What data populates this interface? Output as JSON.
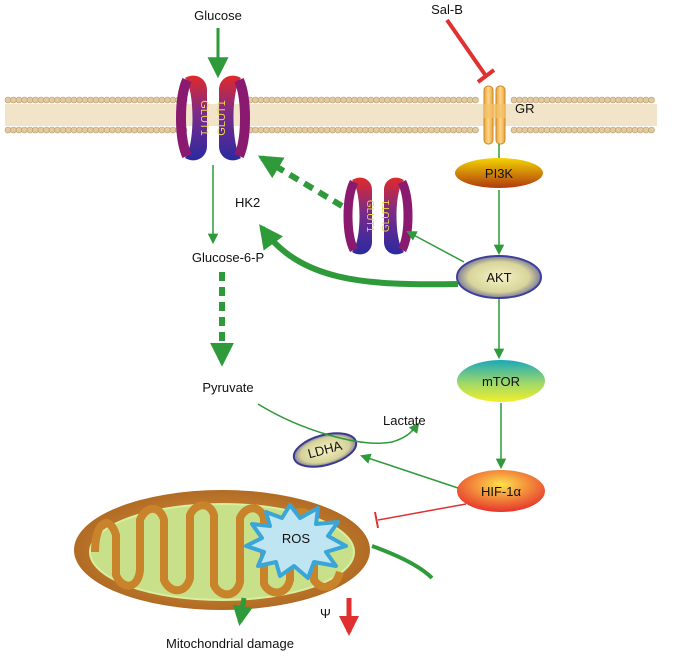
{
  "labels": {
    "glucose": "Glucose",
    "salb": "Sal-B",
    "gr": "GR",
    "glut1": "GLUT1",
    "hk2": "HK2",
    "glucose6p": "Glucose-6-P",
    "pyruvate": "Pyruvate",
    "lactate": "Lactate",
    "ldha": "LDHA",
    "ros": "ROS",
    "psi": "Ψ",
    "mito_damage": "Mitochondrial damage"
  },
  "nodes": {
    "pi3k": "PI3K",
    "akt": "AKT",
    "mtor": "mTOR",
    "hif1a": "HIF-1α"
  },
  "colors": {
    "activation": "#2e9a3a",
    "inhibition": "#e03030",
    "membrane_head": "#e2c9a0",
    "mito_outer": "#c9832a",
    "mito_inner": "#c8e08a",
    "ros_fill": "#bfe4f2",
    "ros_stroke": "#3aa6d8"
  }
}
